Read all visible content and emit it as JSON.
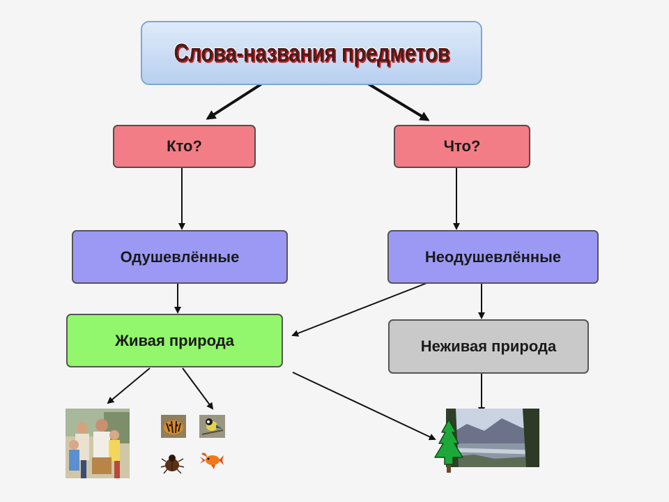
{
  "title": "Слова-названия предметов",
  "who": "Кто?",
  "what": "Что?",
  "animate": "Одушевлённые",
  "inanimate": "Неодушевлённые",
  "living": "Живая природа",
  "nonliving": "Неживая природа",
  "colors": {
    "title_box": "#c9dcf5",
    "question_box": "#f27d86",
    "category_box": "#9c99f5",
    "living_box": "#92f76c",
    "nonliving_box": "#c9c9c9"
  },
  "images": [
    "family-photo",
    "tiger-photo",
    "bird-photo",
    "beetle-icon",
    "goldfish-icon",
    "fir-tree-icon",
    "landscape-photo"
  ]
}
